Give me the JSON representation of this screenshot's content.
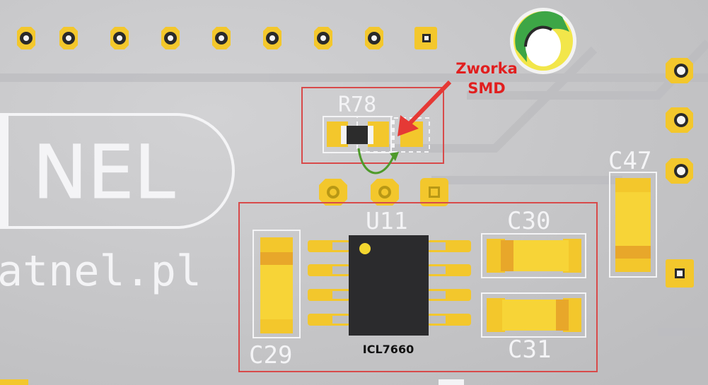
{
  "board": {
    "logo_text": "NEL",
    "url_text": "atnel.pl"
  },
  "annotation": {
    "callout_line1": "Zworka",
    "callout_line2": "SMD"
  },
  "components": {
    "r78": {
      "designator": "R78"
    },
    "u11": {
      "designator": "U11",
      "part": "ICL7660"
    },
    "c29": {
      "designator": "C29"
    },
    "c30": {
      "designator": "C30"
    },
    "c31": {
      "designator": "C31"
    },
    "c47": {
      "designator": "C47"
    }
  },
  "colors": {
    "pcb": "#c7c7c9",
    "pad": "#f3c72c",
    "silkscreen": "#f4f4f6",
    "highlight_box": "#d84a4a",
    "arrow_red": "#e53935",
    "arrow_green": "#4e9a2a",
    "ic_body": "#2b2b2d"
  }
}
